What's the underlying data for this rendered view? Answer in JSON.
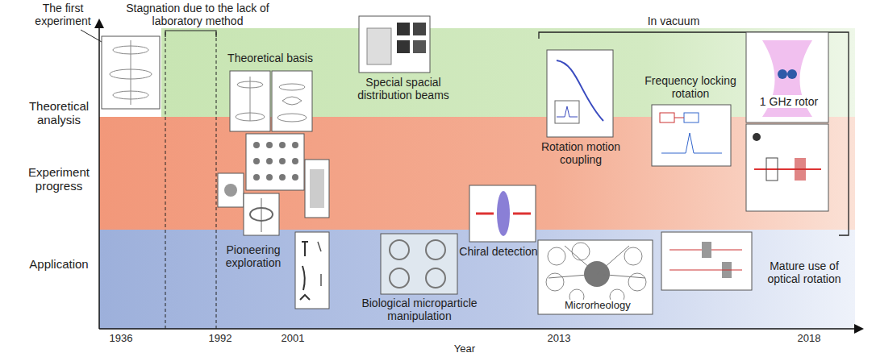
{
  "diagram": {
    "nodes": [
      {
        "text": [
          "Theoretical analysis"
        ]
      },
      {
        "text": [
          "Experiment progress"
        ]
      },
      {
        "text": [
          "Application"
        ]
      }
    ],
    "labels": [
      "The first experiment",
      "Stagnation due to the lack of laboratory method",
      "In vacuum",
      "Theoretical basis",
      "Special spacial distribution beams",
      "Rotation motion coupling",
      "Frequency locking rotation",
      "1 GHz rotor",
      "Pioneering exploration",
      "Chiral detection",
      "Biological microparticle manipulation",
      "Microrheology",
      "Mature use of optical rotation",
      "1936",
      "1992",
      "2001",
      "2013",
      "2018",
      "Year"
    ]
  }
}
